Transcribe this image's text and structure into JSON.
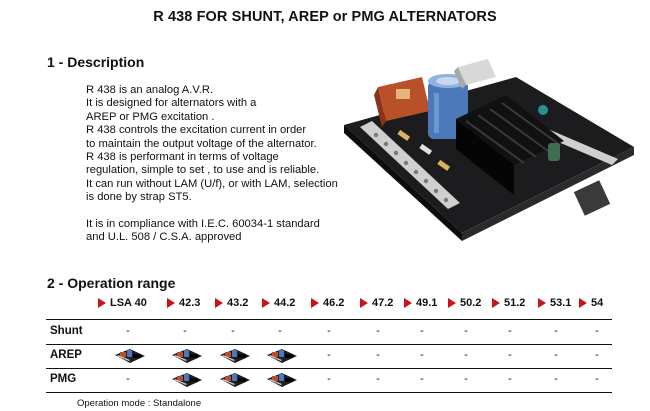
{
  "title": "R 438 FOR SHUNT, AREP or PMG ALTERNATORS",
  "description": {
    "heading": "1 - Description",
    "lines": [
      "R 438 is an analog A.V.R.",
      "It is designed for alternators with a",
      "AREP or PMG excitation .",
      "R 438 controls the excitation current in order",
      "to maintain the output voltage of the alternator.",
      "R 438 is performant in terms of voltage",
      "regulation, simple to set , to use and is reliable.",
      "It can run without LAM (U/f), or with LAM, selection",
      "is done by strap ST5.",
      "",
      "It is in compliance with I.E.C. 60034-1 standard",
      "and U.L. 508 / C.S.A. approved"
    ]
  },
  "operation_range": {
    "heading": "2 - Operation range",
    "columns": [
      "LSA 40",
      "42.3",
      "43.2",
      "44.2",
      "46.2",
      "47.2",
      "49.1",
      "50.2",
      "51.2",
      "53.1",
      "54"
    ],
    "rows": [
      {
        "label": "Shunt",
        "cells": [
          "-",
          "-",
          "-",
          "-",
          "-",
          "-",
          "-",
          "-",
          "-",
          "-",
          "-"
        ]
      },
      {
        "label": "AREP",
        "cells": [
          "avr-image",
          "avr-image",
          "avr-image",
          "avr-image",
          "-",
          "-",
          "-",
          "-",
          "-",
          "-",
          "-"
        ]
      },
      {
        "label": "PMG",
        "cells": [
          "-",
          "avr-image",
          "avr-image",
          "avr-image",
          "-",
          "-",
          "-",
          "-",
          "-",
          "-",
          "-"
        ]
      }
    ]
  },
  "footnote": "Operation mode : Standalone",
  "colors": {
    "arrow": "#c4161c",
    "rule": "#111111",
    "capacitor": "#4a78b8",
    "transformer": "#b8502a",
    "board": "#1f1f22"
  },
  "icons": {
    "arrow": "arrow-right-icon",
    "product": "avr-product-image",
    "mini": "avr-thumbnail-icon"
  }
}
